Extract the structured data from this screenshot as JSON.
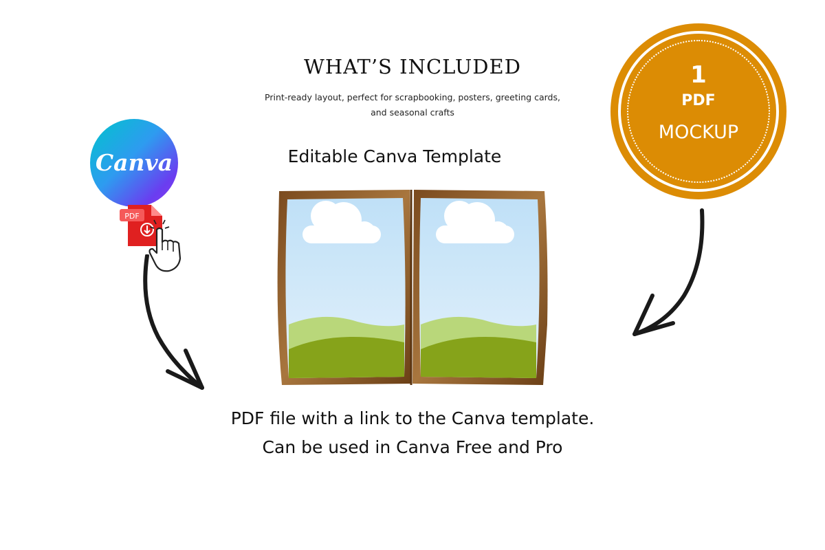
{
  "header": {
    "title": "WHAT’S INCLUDED",
    "subtitle_line1": "Print-ready layout, perfect for scrapbooking, posters, greeting cards,",
    "subtitle_line2": "and seasonal crafts"
  },
  "template_label": "Editable Canva Template",
  "badge": {
    "number": "1",
    "type": "PDF",
    "label": "MOCKUP",
    "color": "#dc8c04"
  },
  "canva_logo": {
    "text": "Canva"
  },
  "pdf_icon": {
    "label": "PDF",
    "color": "#e02020"
  },
  "footer": {
    "line1": "PDF file with a link to the Canva template.",
    "line2": "Can be used in Canva Free and Pro"
  },
  "icons": [
    "canva-logo",
    "pdf-file-icon",
    "pointing-hand-icon",
    "curved-arrow-icon",
    "book-mockup"
  ]
}
